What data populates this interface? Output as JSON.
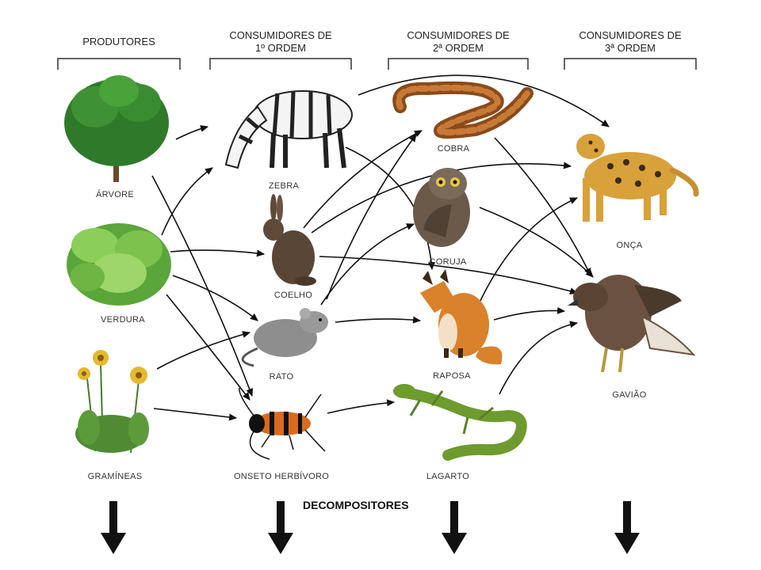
{
  "headers": {
    "produtores": "PRODUTORES",
    "c1_line1": "CONSUMIDORES DE",
    "c1_line2": "1º ORDEM",
    "c2_line1": "CONSUMIDORES DE",
    "c2_line2": "2ª ORDEM",
    "c3_line1": "CONSUMIDORES DE",
    "c3_line2": "3ª ORDEM"
  },
  "organisms": {
    "arvore": "ÁRVORE",
    "verdura": "VERDURA",
    "gramineas": "GRAMÍNEAS",
    "zebra": "ZEBRA",
    "coelho": "COELHO",
    "rato": "RATO",
    "inseto": "ONSETO HERBÍVORO",
    "cobra": "COBRA",
    "coruja": "CORUJA",
    "raposa": "RAPOSA",
    "lagarto": "LAGARTO",
    "onca": "ONÇA",
    "gaviao": "GAVIÃO"
  },
  "decompositores": "DECOMPOSITORES"
}
